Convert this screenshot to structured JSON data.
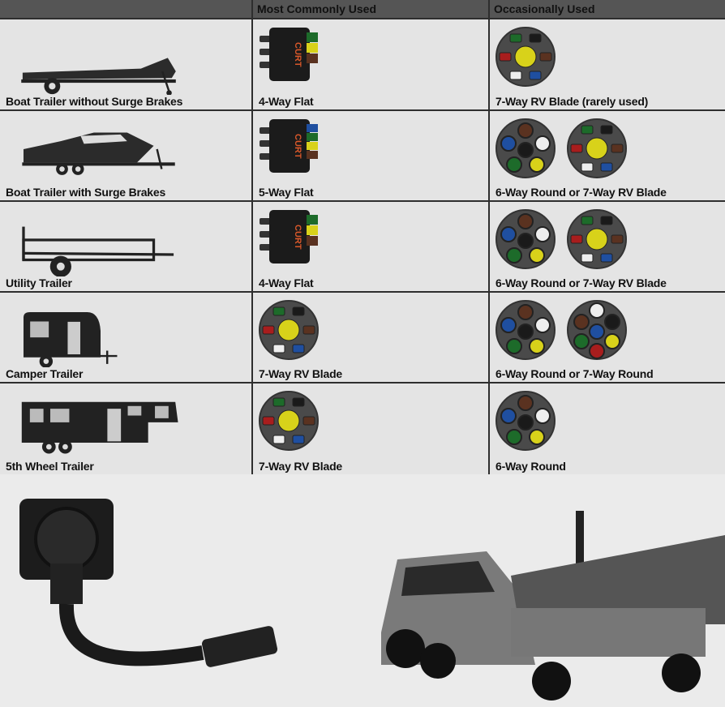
{
  "header": {
    "col1": "",
    "col2": "Most Commonly Used",
    "col3": "Occasionally Used"
  },
  "rows": [
    {
      "trailer": "Boat Trailer without Surge Brakes",
      "trailer_icon": "boat-trailer-icon",
      "common_label": "4-Way Flat",
      "common": [
        "flat4"
      ],
      "occasional_label": "7-Way RV Blade (rarely used)",
      "occasional": [
        "blade7"
      ]
    },
    {
      "trailer": "Boat Trailer with Surge Brakes",
      "trailer_icon": "cabin-boat-trailer-icon",
      "common_label": "5-Way Flat",
      "common": [
        "flat5"
      ],
      "occasional_label": "6-Way Round or 7-Way RV Blade",
      "occasional": [
        "round6",
        "blade7"
      ]
    },
    {
      "trailer": "Utility Trailer",
      "trailer_icon": "utility-trailer-icon",
      "common_label": "4-Way Flat",
      "common": [
        "flat4"
      ],
      "occasional_label": "6-Way Round or 7-Way RV Blade",
      "occasional": [
        "round6",
        "blade7"
      ]
    },
    {
      "trailer": "Camper Trailer",
      "trailer_icon": "camper-trailer-icon",
      "common_label": "7-Way RV Blade",
      "common": [
        "blade7"
      ],
      "occasional_label": "6-Way Round or 7-Way Round",
      "occasional": [
        "round6",
        "round7"
      ]
    },
    {
      "trailer": "5th Wheel Trailer",
      "trailer_icon": "fifth-wheel-trailer-icon",
      "common_label": "7-Way RV Blade",
      "common": [
        "blade7"
      ],
      "occasional_label": "6-Way Round",
      "occasional": [
        "round6"
      ]
    }
  ],
  "brand": "CURT",
  "colors": {
    "green": "#1d6b2a",
    "yellow": "#d8d21a",
    "brown": "#5a3220",
    "blue": "#1f4fa0",
    "red": "#a81d1d",
    "white": "#eeeeee",
    "black": "#1a1a1a",
    "plug": "#4a4a4a"
  }
}
